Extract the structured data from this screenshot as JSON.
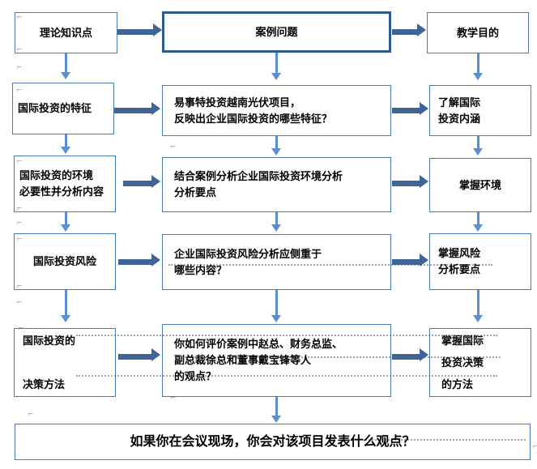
{
  "diagram": {
    "title": "案例教学设计流程图",
    "colors": {
      "box_border": "#4a7ab5",
      "box_border_emphasis": "#2e5b8c",
      "thick_arrow": "#3f6596",
      "thin_arrow": "#5b8fd0",
      "dot_leader": "#a6a6a6",
      "text": "#000000"
    },
    "columns": [
      {
        "key": "theory",
        "header": "理论知识点"
      },
      {
        "key": "case",
        "header": "案例问题"
      },
      {
        "key": "teaching",
        "header": "教学目的"
      }
    ],
    "headers": {
      "left": "理论知识点",
      "middle": "案例问题",
      "right": "教学目的"
    },
    "rows": [
      {
        "left": "国际投资的特征",
        "middle": "易事特投资越南光伏项目，\n反映出企业国际投资的哪些特征？",
        "right": "了解国际\n投资内涵"
      },
      {
        "left": "国际投资的环境\n必要性并分析内容",
        "middle": "结合案例分析企业国际投资环境分析\n分析要点",
        "right": "掌握环境"
      },
      {
        "left": "国际投资风险",
        "middle": "企业国际投资风险分析应侧重于\n哪些内容？",
        "right": "掌握风险\n分析要点"
      },
      {
        "left": "国际投资的\n\n决策方法",
        "middle": "你如何评价案例中赵总、财务总监、\n副总裁徐总和董事戴宝锋等人\n的观点？",
        "right": "掌握国际\n投资决策\n的方法"
      }
    ],
    "footer": "如果你在会议现场，你会对该项目发表什么观点？"
  }
}
